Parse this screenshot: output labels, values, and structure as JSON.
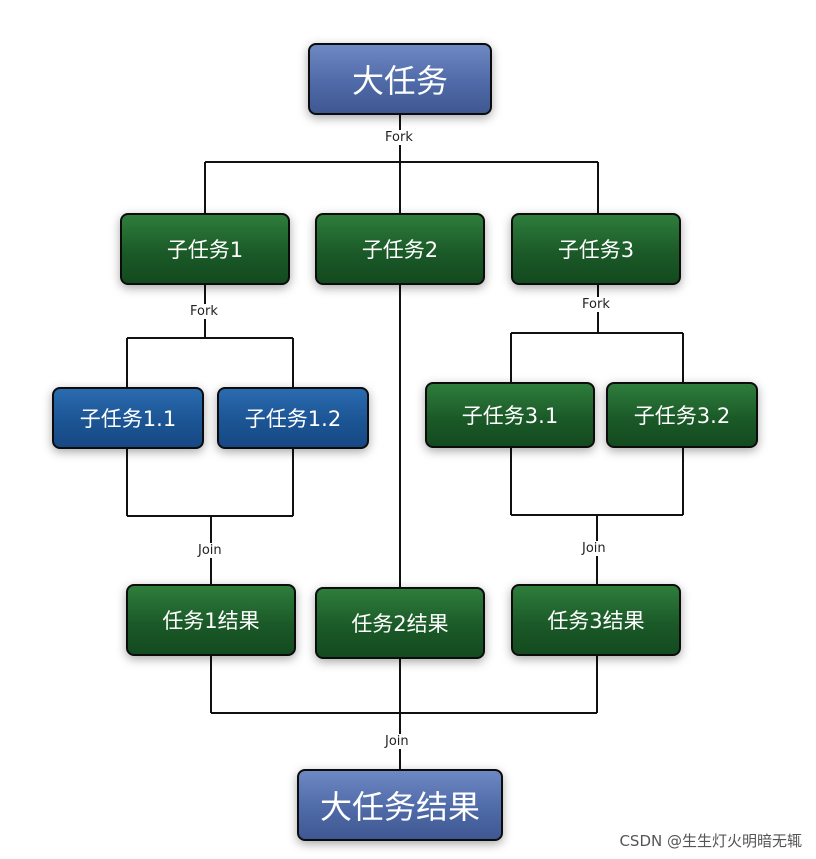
{
  "nodes": {
    "root": "大任务",
    "sub1": "子任务1",
    "sub2": "子任务2",
    "sub3": "子任务3",
    "sub1_1": "子任务1.1",
    "sub1_2": "子任务1.2",
    "sub3_1": "子任务3.1",
    "sub3_2": "子任务3.2",
    "result1": "任务1结果",
    "result2": "任务2结果",
    "result3": "任务3结果",
    "final": "大任务结果"
  },
  "labels": {
    "fork_root": "Fork",
    "fork_sub1": "Fork",
    "fork_sub3": "Fork",
    "join_sub1": "Join",
    "join_sub3": "Join",
    "join_final": "Join"
  },
  "colors": {
    "green_node": "#1b5a28",
    "blue_root": "#4f6aa8",
    "blue_sub": "#1c5594"
  },
  "watermark": "CSDN @生生灯火明暗无辄"
}
